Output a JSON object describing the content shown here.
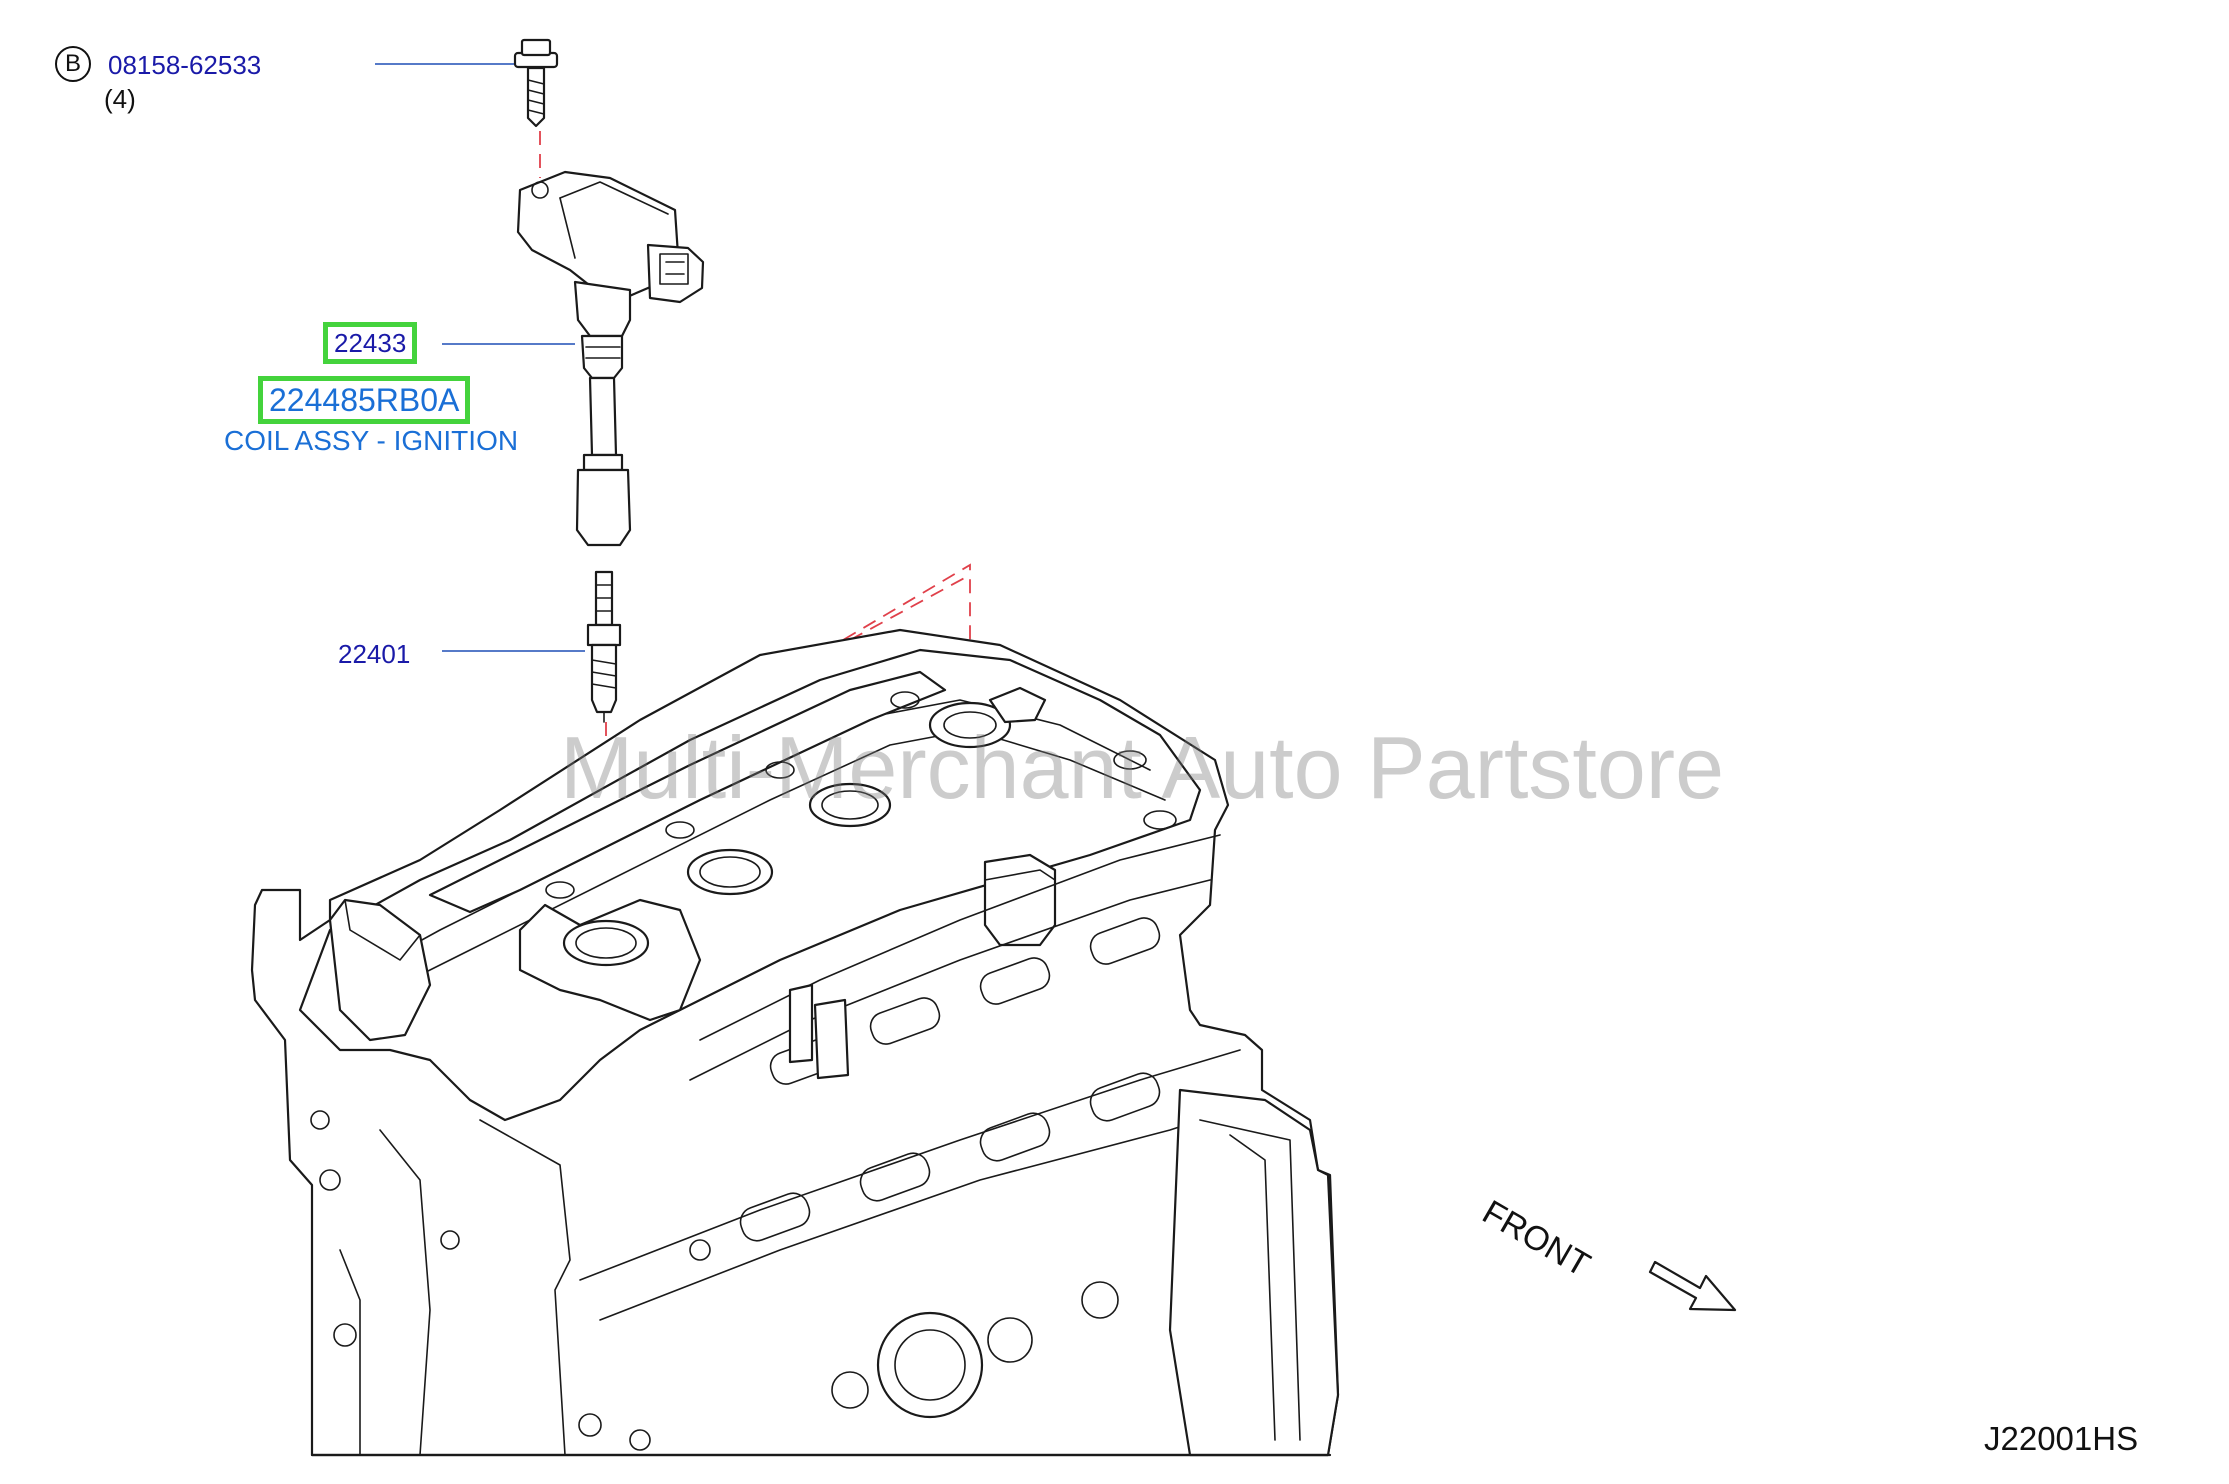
{
  "bolt": {
    "marker": "B",
    "part_number": "08158-62533",
    "quantity": "(4)"
  },
  "coil": {
    "part_number": "22433",
    "oem_number": "224485RB0A",
    "description": "COIL ASSY - IGNITION",
    "highlight_color": "#44d33c"
  },
  "spark_plug": {
    "part_number": "22401"
  },
  "direction_label": "FRONT",
  "watermark": "Multi-Merchant Auto Partstore",
  "diagram_code": "J22001HS",
  "colors": {
    "part_link": "#1a1aa8",
    "description": "#1a6fd6",
    "leader": "#1f4fb5",
    "centerline": "#e0404a"
  },
  "icons": {
    "direction": "direction-arrow-icon",
    "engine": "engine-illustration-icon"
  }
}
